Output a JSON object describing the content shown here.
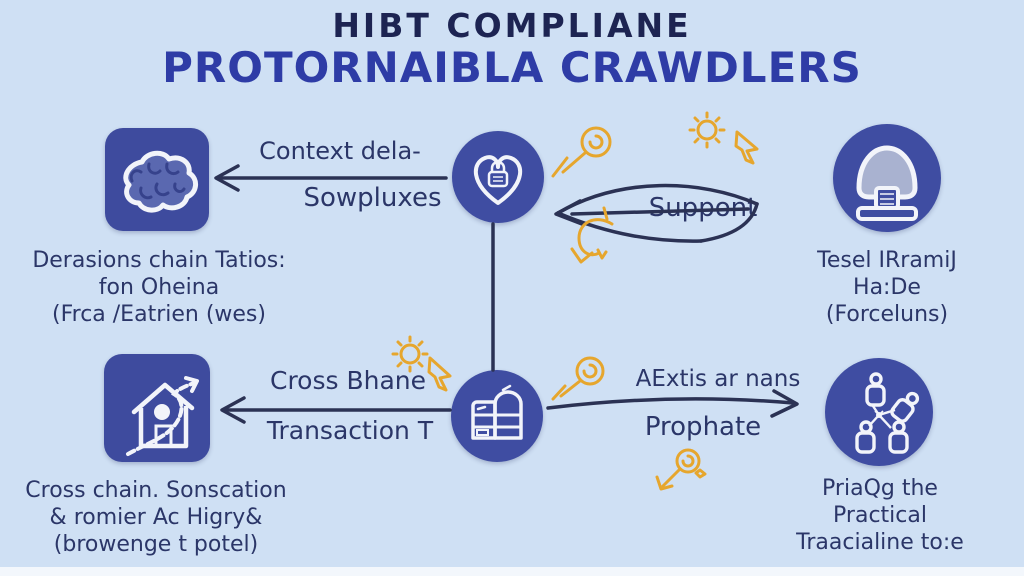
{
  "title": {
    "line1": "HIBT COMPLIANE",
    "line2": "PROTORNAIBLA CRAWDLERS"
  },
  "nodes": {
    "brain": {
      "icon": "brain-icon",
      "caption": [
        "Derasions chain Tatios:",
        "fon Oheina",
        "(Frca /Eatrien (wes)"
      ]
    },
    "heart": {
      "icon": "heart-lock-icon"
    },
    "dome": {
      "icon": "terminal-dome-icon",
      "caption": [
        "Tesel IRramiJ",
        "Ha:De",
        "(Forceluns)"
      ]
    },
    "house": {
      "icon": "house-growth-icon",
      "caption": [
        "Cross chain. Sonscation",
        "& romier Ac Higry&",
        "(browenge t potel)"
      ]
    },
    "server": {
      "icon": "server-stack-icon"
    },
    "people": {
      "icon": "people-network-icon",
      "caption": [
        "PriaQg the",
        "Practical",
        "Traacialine to:e"
      ]
    }
  },
  "edges": {
    "top_left": {
      "label_above": "Context dela-",
      "label_below": "Sowpluxes"
    },
    "top_right": {
      "label": "Suppont"
    },
    "bottom_left": {
      "label_above": "Cross Bhane",
      "label_below": "Transaction T"
    },
    "bottom_right": {
      "label_above": "AExtis ar nans",
      "label_below": "Prophate"
    }
  },
  "decorations": [
    "magnifier-doodle-top",
    "gear-doodle-top",
    "cursor-doodle-top",
    "curved-arrow-doodle",
    "gear-doodle-bottom",
    "cursor-doodle-bottom",
    "magnifier-doodle-middle",
    "magnifier-arrow-doodle-bottom"
  ],
  "colors": {
    "background": "#cfe0f4",
    "title_dark": "#1d2452",
    "title_blue": "#2e3ca6",
    "body_text": "#2b3668",
    "node_fill": "#3f4da2",
    "icon_stroke": "#f2f4fa",
    "arrow": "#2b3254",
    "doodle": "#e6a62d"
  }
}
